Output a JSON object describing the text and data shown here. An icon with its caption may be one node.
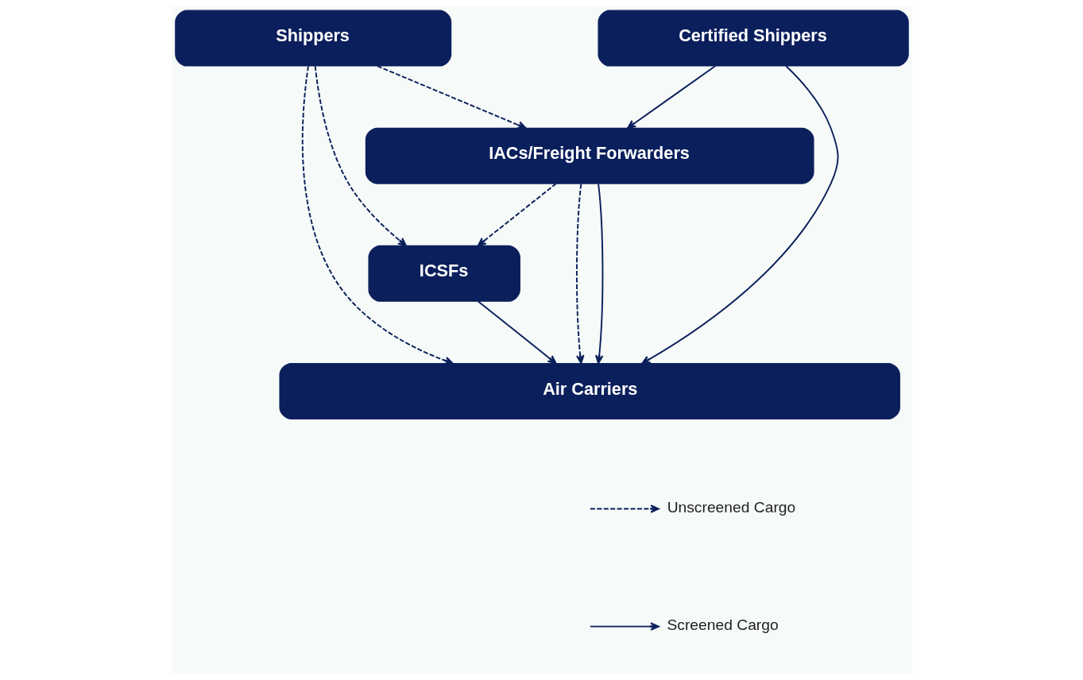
{
  "diagram": {
    "nodes": [
      {
        "text": [
          "Shippers"
        ]
      },
      {
        "text": [
          "Certified Shippers"
        ]
      },
      {
        "text": [
          "IACs/Freight Forwarders"
        ]
      },
      {
        "text": [
          "ICSFs"
        ]
      },
      {
        "text": [
          "Air Carriers"
        ]
      }
    ],
    "edges": [
      {
        "from": 0,
        "to": 4,
        "arrow": "to",
        "style": "dashed"
      },
      {
        "from": 0,
        "to": 3,
        "arrow": "to",
        "style": "dashed"
      },
      {
        "from": 0,
        "to": 2,
        "arrow": "to",
        "style": "dashed"
      },
      {
        "from": 1,
        "to": 2,
        "arrow": "to"
      },
      {
        "from": 1,
        "to": 4,
        "arrow": "to"
      },
      {
        "from": 2,
        "to": 3,
        "arrow": "to",
        "style": "dashed"
      },
      {
        "from": 3,
        "to": 4,
        "arrow": "to"
      },
      {
        "from": 2,
        "to": 4,
        "arrow": "to",
        "style": "dashed"
      },
      {
        "from": 2,
        "to": 4,
        "arrow": "to"
      }
    ],
    "legend": [
      {
        "text": "Unscreened Cargo"
      },
      {
        "text": "Screened Cargo"
      }
    ]
  }
}
